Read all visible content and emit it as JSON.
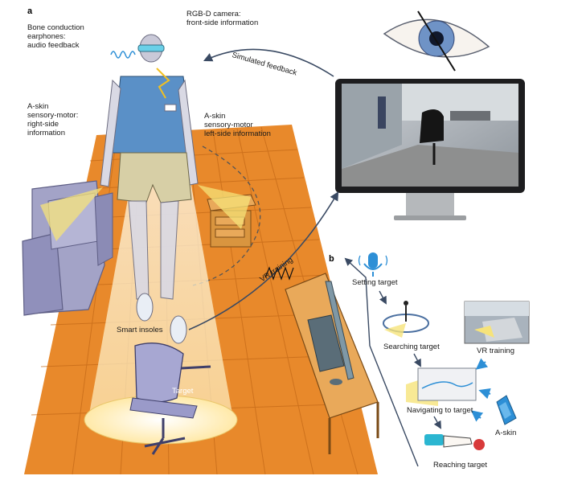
{
  "panel_a": {
    "letter": "a",
    "labels": {
      "bone_conduction": "Bone conduction\nearphones:\naudio feedback",
      "rgbd_camera": "RGB-D camera:\nfront-side information",
      "simulated_feedback": "Simulated feedback",
      "askin_right": "A-skin\nsensory-motor:\nright-side\ninformation",
      "askin_left": "A-skin\nsensory-motor\nleft-side information",
      "vr_training": "VR training",
      "smart_insoles": "Smart insoles",
      "target": "Target"
    }
  },
  "panel_b": {
    "letter": "b",
    "steps": [
      {
        "label": "Setting target"
      },
      {
        "label": "Searching target"
      },
      {
        "label": "Navigating to target"
      },
      {
        "label": "Reaching target"
      }
    ],
    "side_labels": {
      "vr_training": "VR training",
      "a_skin": "A-skin"
    }
  },
  "colors": {
    "floor": "#e8892b",
    "floor_line": "#b85c12",
    "light_cone": "#fff6c8",
    "yellow_beam": "#f6e37a",
    "sofa": "#a3a3c7",
    "arrow": "#3a4a63",
    "accent_blue": "#2d8fd6"
  }
}
